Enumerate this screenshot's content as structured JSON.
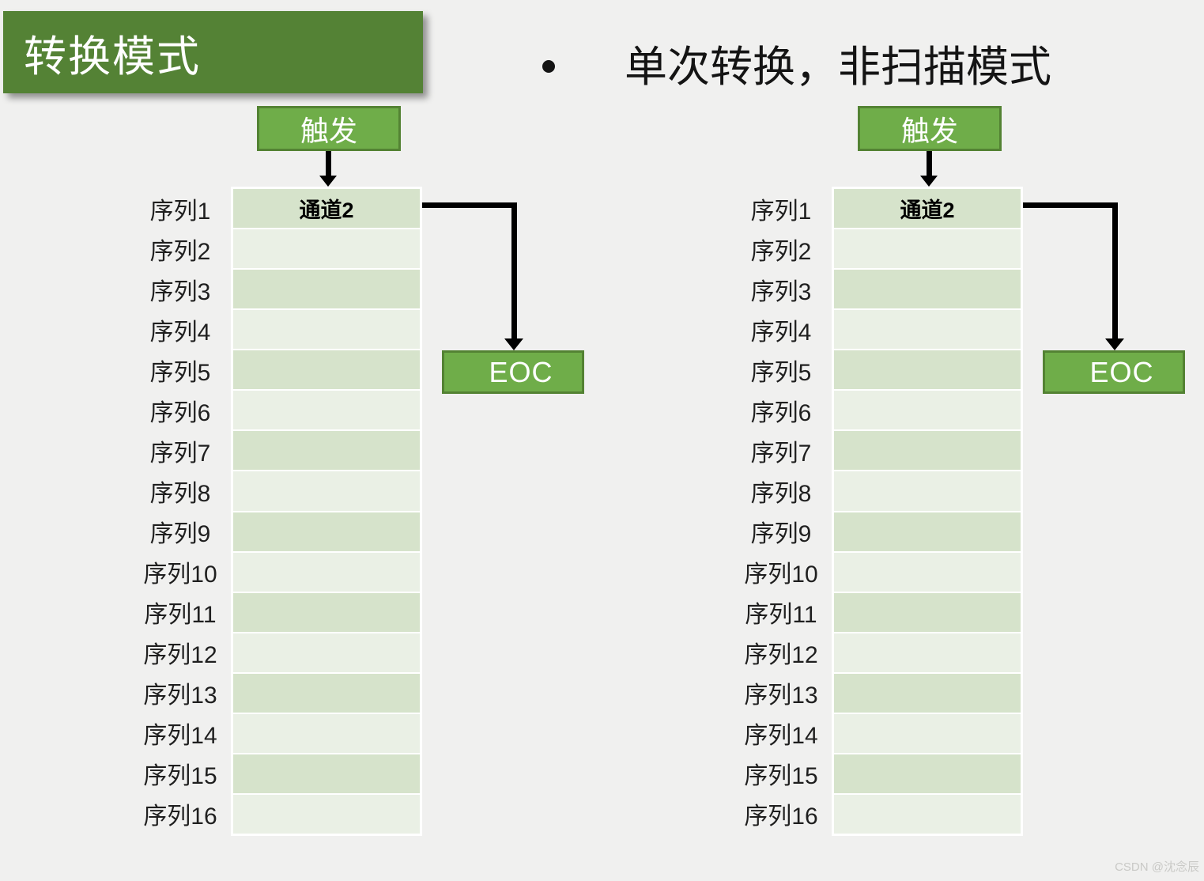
{
  "title": "转换模式",
  "bullet": {
    "text": "单次转换，非扫描模式"
  },
  "diagram": {
    "trigger_label": "触发",
    "channel_label": "通道2",
    "eoc_label": "EOC",
    "channel_row_index": 0,
    "sequence_labels": [
      "序列1",
      "序列2",
      "序列3",
      "序列4",
      "序列5",
      "序列6",
      "序列7",
      "序列8",
      "序列9",
      "序列10",
      "序列11",
      "序列12",
      "序列13",
      "序列14",
      "序列15",
      "序列16"
    ]
  },
  "watermark": "CSDN @沈念辰",
  "colors": {
    "background": "#F0F0EF",
    "title_bar": "#548235",
    "button_fill": "#6FAD49",
    "button_border": "#538233",
    "row_odd": "#D6E3CB",
    "row_even": "#EAF0E5",
    "arrow": "#000000",
    "watermark": "#C9C9C6"
  }
}
